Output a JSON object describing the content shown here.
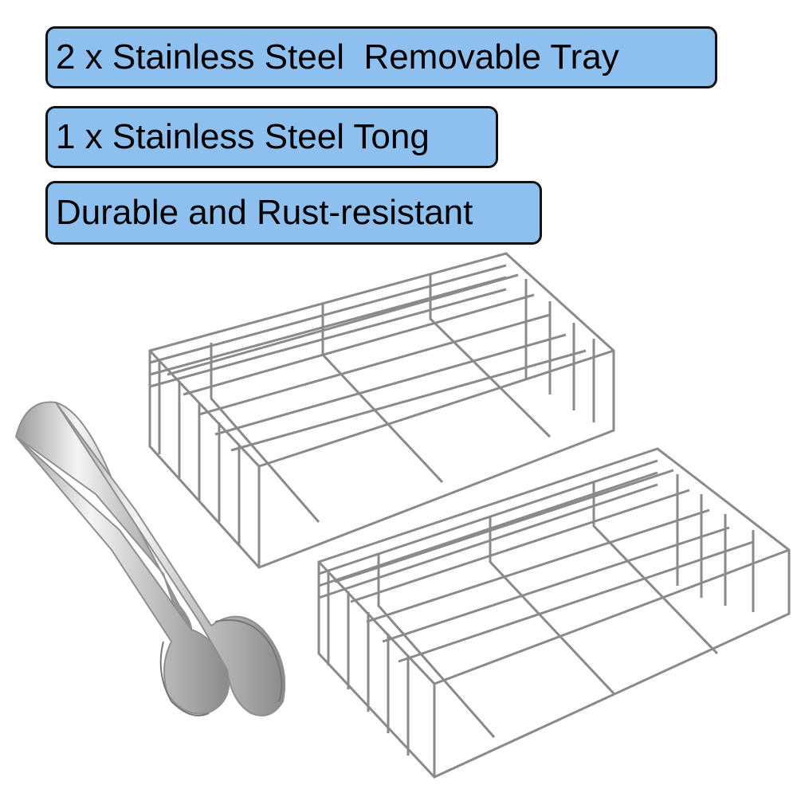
{
  "features": [
    "2 x Stainless Steel  Removable Tray",
    "1 x Stainless Steel Tong",
    "Durable and Rust-resistant"
  ],
  "colors": {
    "label_background": "#8ec0ef",
    "label_border": "#111111",
    "wire": "#8a8a8a",
    "tong_body": "#d0d0d0"
  },
  "images": [
    {
      "icon": "stainless-tong-icon"
    },
    {
      "icon": "wire-tray-icon"
    },
    {
      "icon": "wire-tray-icon"
    }
  ]
}
